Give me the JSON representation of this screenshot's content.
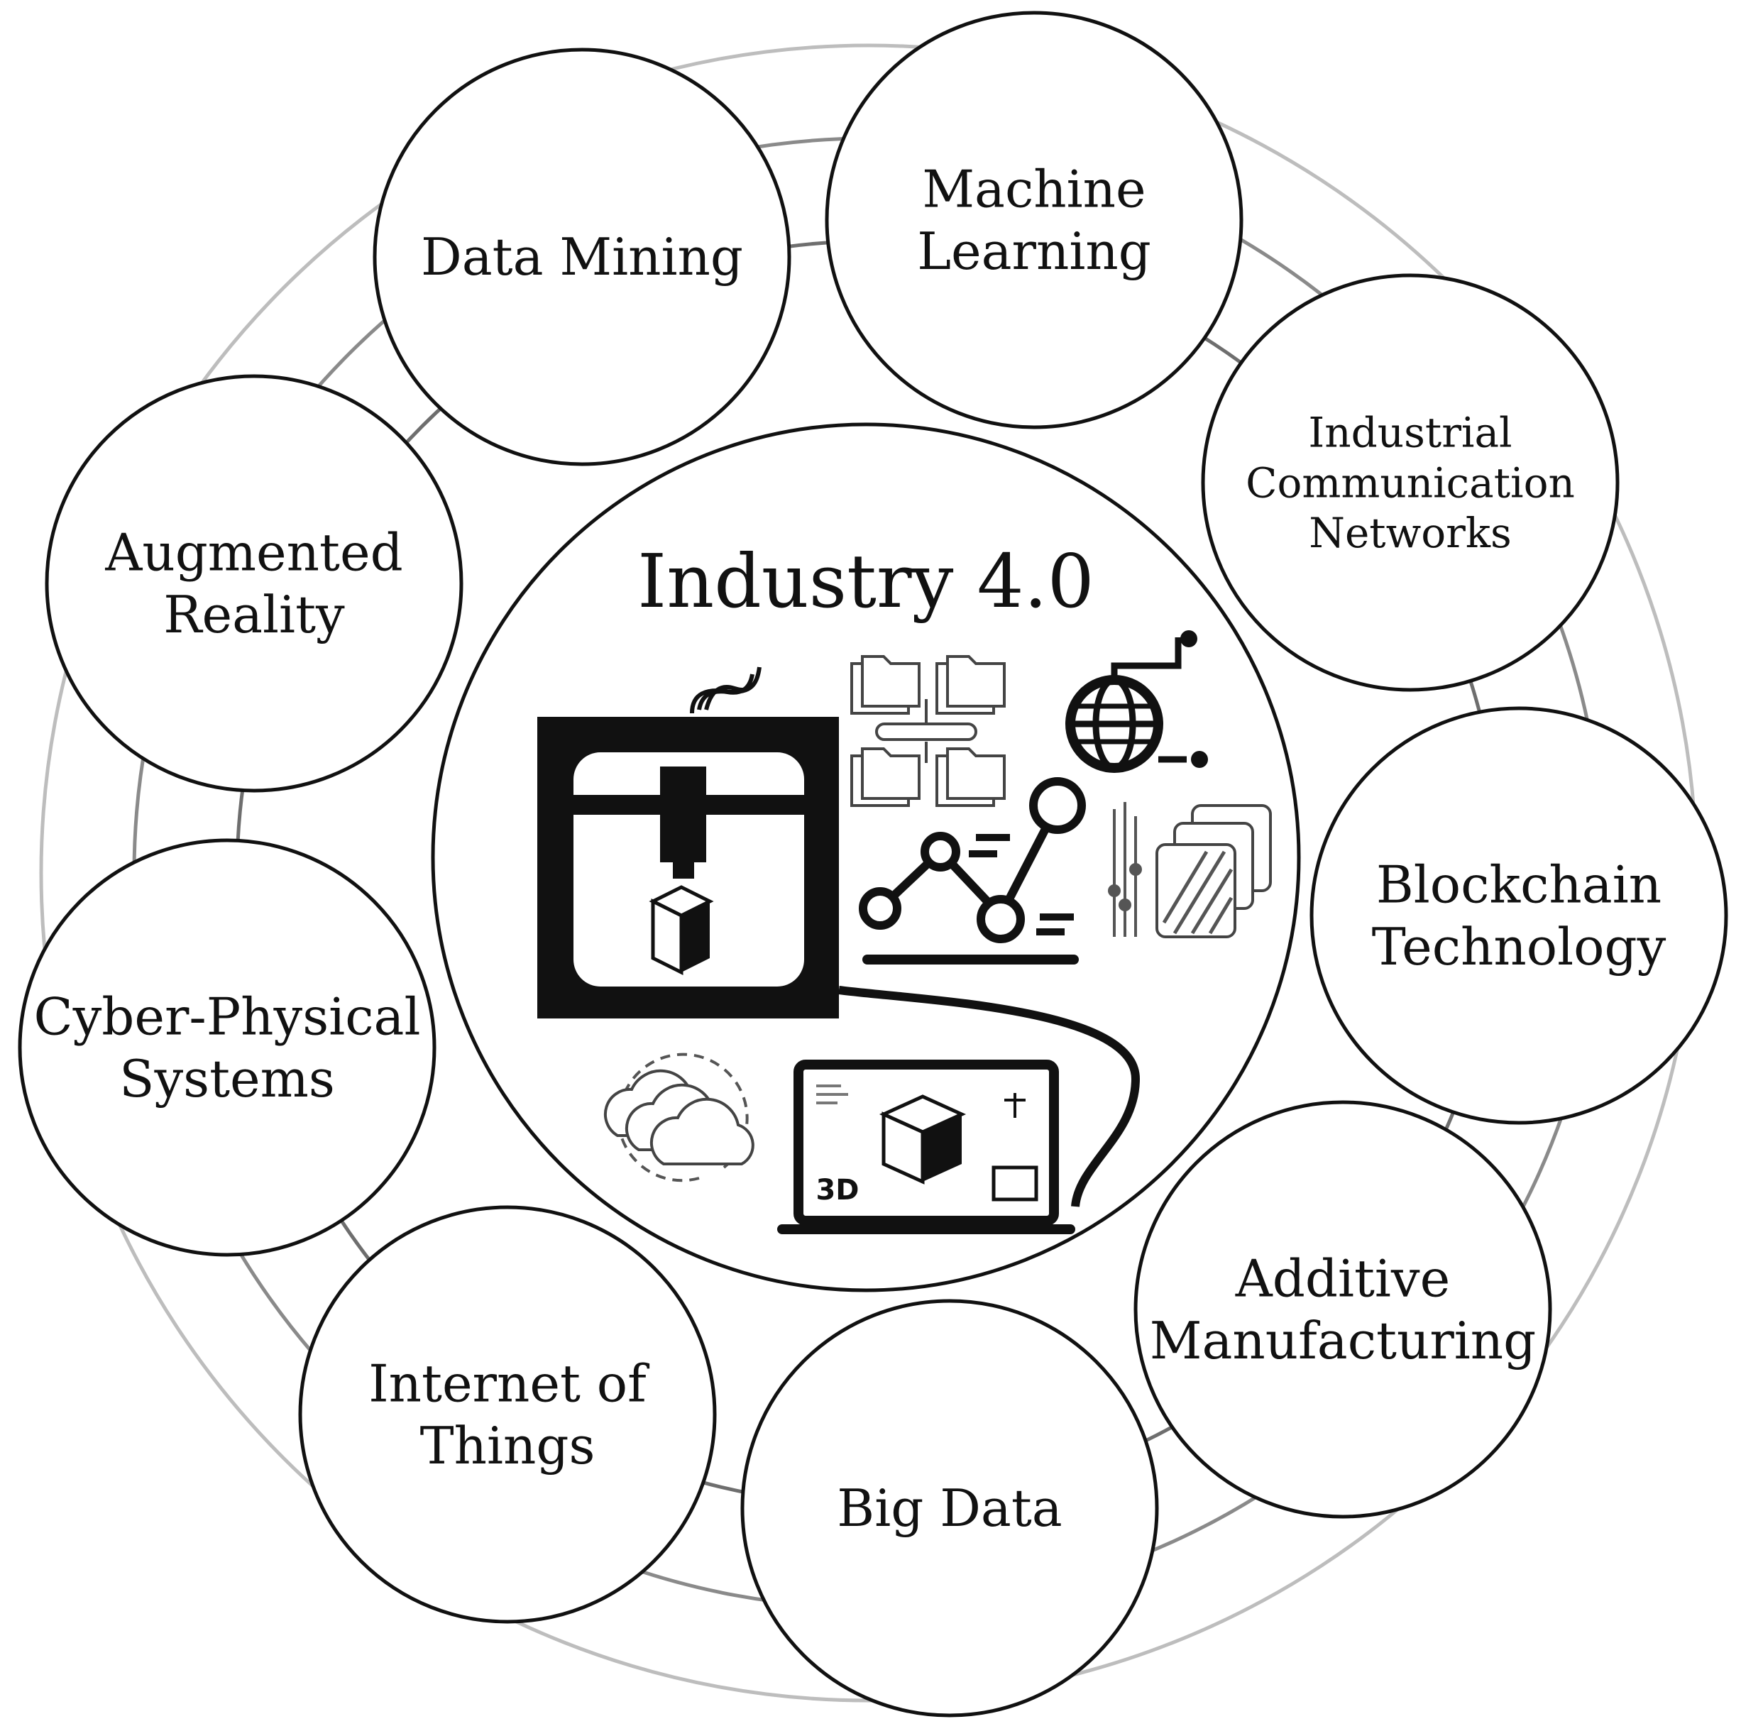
{
  "diagram": {
    "center_title": "Industry 4.0",
    "nodes": [
      {
        "id": "data-mining",
        "lines": [
          "Data Mining"
        ]
      },
      {
        "id": "machine-learning",
        "lines": [
          "Machine",
          "Learning"
        ]
      },
      {
        "id": "industrial-communication-networks",
        "lines": [
          "Industrial",
          "Communication",
          "Networks"
        ]
      },
      {
        "id": "blockchain-technology",
        "lines": [
          "Blockchain",
          "Technology"
        ]
      },
      {
        "id": "additive-manufacturing",
        "lines": [
          "Additive",
          "Manufacturing"
        ]
      },
      {
        "id": "big-data",
        "lines": [
          "Big Data"
        ]
      },
      {
        "id": "internet-of-things",
        "lines": [
          "Internet of",
          "Things"
        ]
      },
      {
        "id": "cyber-physical-systems",
        "lines": [
          "Cyber-Physical",
          "Systems"
        ]
      },
      {
        "id": "augmented-reality",
        "lines": [
          "Augmented",
          "Reality"
        ]
      }
    ],
    "laptop_label": "3D",
    "icons": [
      "3d-printer-icon",
      "folder-network-icon",
      "globe-network-icon",
      "line-chart-icon",
      "blockchain-blocks-icon",
      "cloud-sync-icon",
      "laptop-3d-icon"
    ]
  }
}
